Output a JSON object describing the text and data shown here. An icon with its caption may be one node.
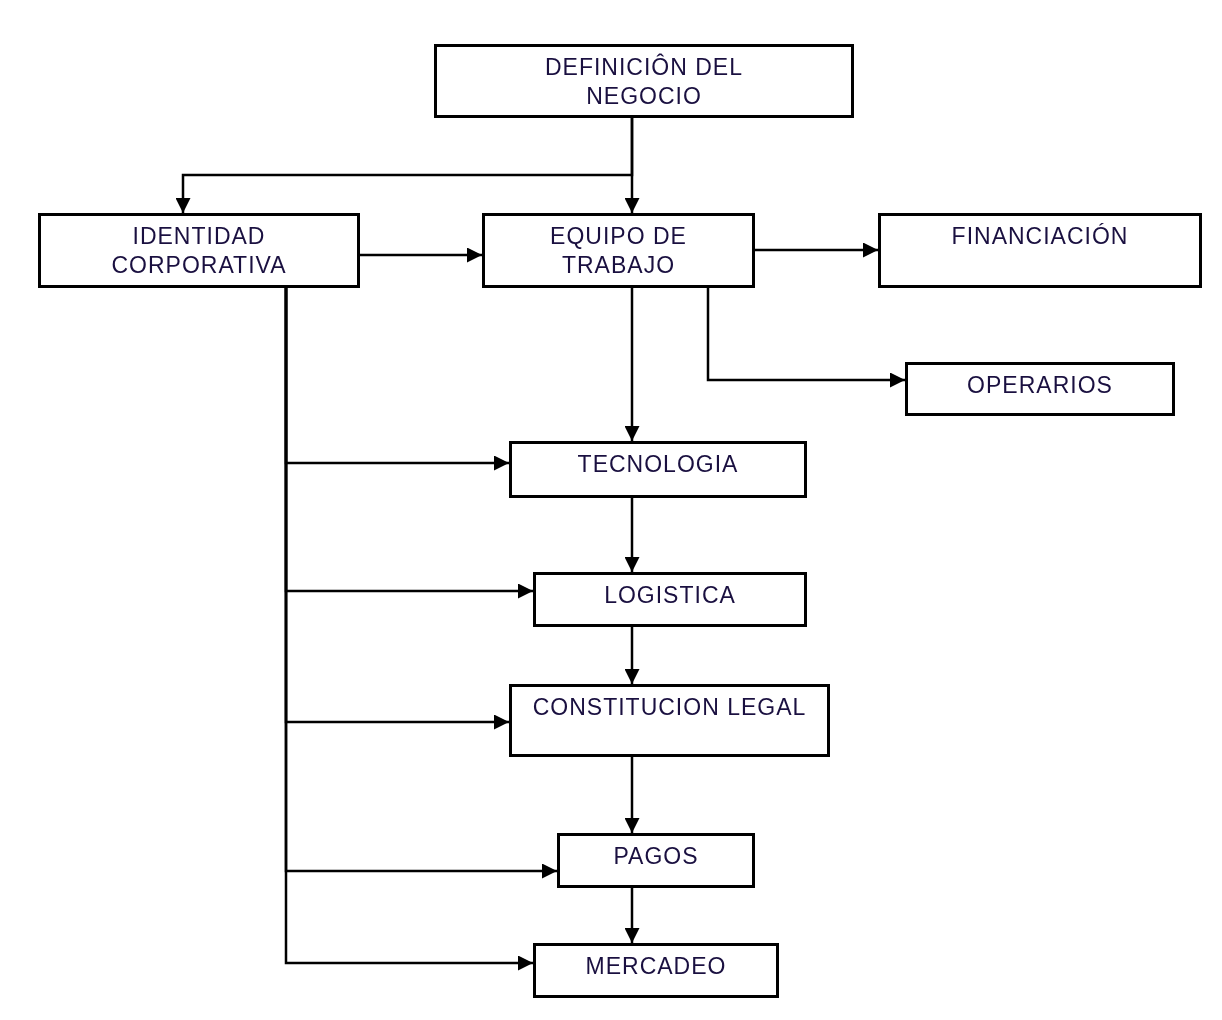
{
  "diagram": {
    "nodes": [
      {
        "text": [
          "DEFINICIÔN DEL NEGOCIO"
        ]
      },
      {
        "text": [
          "IDENTIDAD CORPORATIVA"
        ]
      },
      {
        "text": [
          "EQUIPO DE TRABAJO"
        ]
      },
      {
        "text": [
          "FINANCIACIÓN"
        ]
      },
      {
        "text": [
          "OPERARIOS"
        ]
      },
      {
        "text": [
          "TECNOLOGIA"
        ]
      },
      {
        "text": [
          "LOGISTICA"
        ]
      },
      {
        "text": [
          "CONSTITUCION LEGAL"
        ]
      },
      {
        "text": [
          "PAGOS"
        ]
      },
      {
        "text": [
          "MERCADEO"
        ]
      }
    ],
    "edges": [
      {
        "from": 0,
        "to": 1,
        "arrow": "to"
      },
      {
        "from": 0,
        "to": 2,
        "arrow": "to"
      },
      {
        "from": 1,
        "to": 2,
        "arrow": "to"
      },
      {
        "from": 2,
        "to": 3,
        "arrow": "to"
      },
      {
        "from": 2,
        "to": 4,
        "arrow": "to"
      },
      {
        "from": 2,
        "to": 5,
        "arrow": "to"
      },
      {
        "from": 5,
        "to": 6,
        "arrow": "to"
      },
      {
        "from": 6,
        "to": 7,
        "arrow": "to"
      },
      {
        "from": 7,
        "to": 8,
        "arrow": "to"
      },
      {
        "from": 8,
        "to": 9,
        "arrow": "to"
      },
      {
        "from": 1,
        "to": 5,
        "arrow": "to"
      },
      {
        "from": 1,
        "to": 6,
        "arrow": "to"
      },
      {
        "from": 1,
        "to": 7,
        "arrow": "to"
      },
      {
        "from": 1,
        "to": 8,
        "arrow": "to"
      },
      {
        "from": 1,
        "to": 9,
        "arrow": "to"
      }
    ]
  }
}
